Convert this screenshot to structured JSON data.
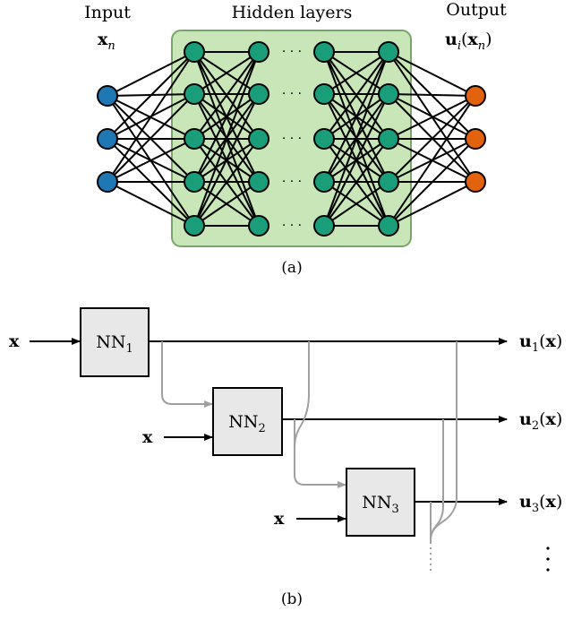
{
  "panel_a": {
    "input_title": "Input",
    "input_var": "x",
    "input_sub": "n",
    "hidden_title": "Hidden layers",
    "output_title": "Output",
    "output_var": "u",
    "output_sub": "i",
    "output_arg_var": "x",
    "output_arg_sub": "n",
    "ellipsis": "· · ·",
    "caption": "(a)",
    "colors": {
      "input_node": "#1f77b4",
      "hidden_node": "#1a9e7a",
      "output_node": "#e2620e",
      "hidden_box_fill": "#c8e6b8",
      "hidden_box_stroke": "#7aa56a"
    }
  },
  "panel_b": {
    "block1": {
      "name": "NN",
      "sub": "1"
    },
    "block2": {
      "name": "NN",
      "sub": "2"
    },
    "block3": {
      "name": "NN",
      "sub": "3"
    },
    "input_label": "x",
    "out1": {
      "var": "u",
      "sub": "1",
      "arg": "x"
    },
    "out2": {
      "var": "u",
      "sub": "2",
      "arg": "x"
    },
    "out3": {
      "var": "u",
      "sub": "3",
      "arg": "x"
    },
    "caption": "(b)",
    "colors": {
      "block_fill": "#e8e8e8",
      "skip_line": "#a0a0a0"
    }
  }
}
